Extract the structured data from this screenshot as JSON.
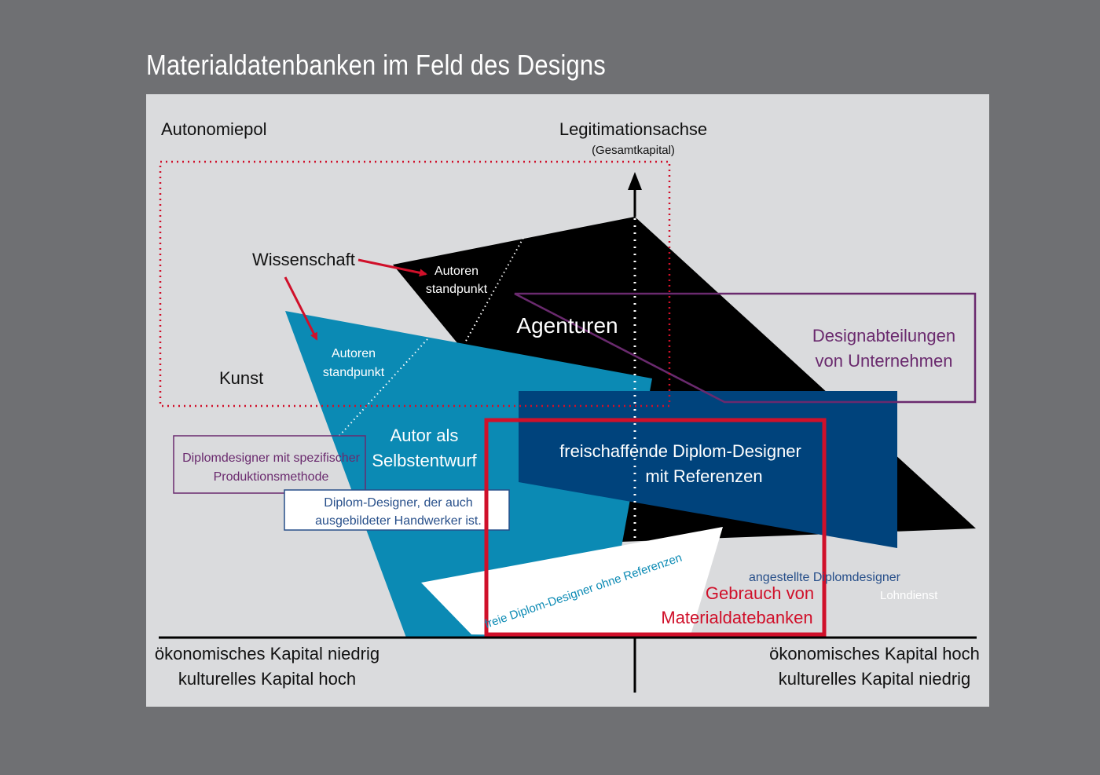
{
  "title": "Materialdatenbanken im Feld des Designs",
  "labels": {
    "autonomiepol": "Autonomiepol",
    "legitimationsachse": "Legitimationsachse",
    "gesamtkapital": "(Gesamtkapital)",
    "wissenschaft": "Wissenschaft",
    "kunst": "Kunst",
    "autoren_standpunkt_top_1": "Autoren",
    "autoren_standpunkt_top_2": "standpunkt",
    "autoren_standpunkt_left_1": "Autoren",
    "autoren_standpunkt_left_2": "standpunkt",
    "agenturen": "Agenturen",
    "designabteilungen_1": "Designabteilungen",
    "designabteilungen_2": "von Unternehmen",
    "autor_als_1": "Autor als",
    "autor_als_2": "Selbstentwurf",
    "freischaffende_1": "freischaffende Diplom-Designer",
    "freischaffende_2": "mit Referenzen",
    "diplomdesigner_spez_1": "Diplomdesigner mit spezifischer",
    "diplomdesigner_spez_2": "Produktionsmethode",
    "handwerker_1": "Diplom-Designer, der auch",
    "handwerker_2": "ausgebildeter Handwerker ist.",
    "freie_ohne_referenzen": "freie Diplom-Designer ohne Referenzen",
    "angestellte": "angestellte Diplomdesigner",
    "lohndienst": "Lohndienst",
    "gebrauch_1": "Gebrauch von",
    "gebrauch_2": "Materialdatebanken",
    "left_axis_1": "ökonomisches Kapital niedrig",
    "left_axis_2": "kulturelles Kapital hoch",
    "right_axis_1": "ökonomisches Kapital hoch",
    "right_axis_2": "kulturelles Kapital niedrig"
  },
  "colors": {
    "background": "#6f7073",
    "panel": "#dadbdd",
    "black_field": "#000000",
    "cyan_field": "#0b8ab4",
    "navy_field": "#00437c",
    "red_accent": "#d0102a",
    "purple_accent": "#6a2a6e",
    "navy_text": "#274f8a"
  }
}
